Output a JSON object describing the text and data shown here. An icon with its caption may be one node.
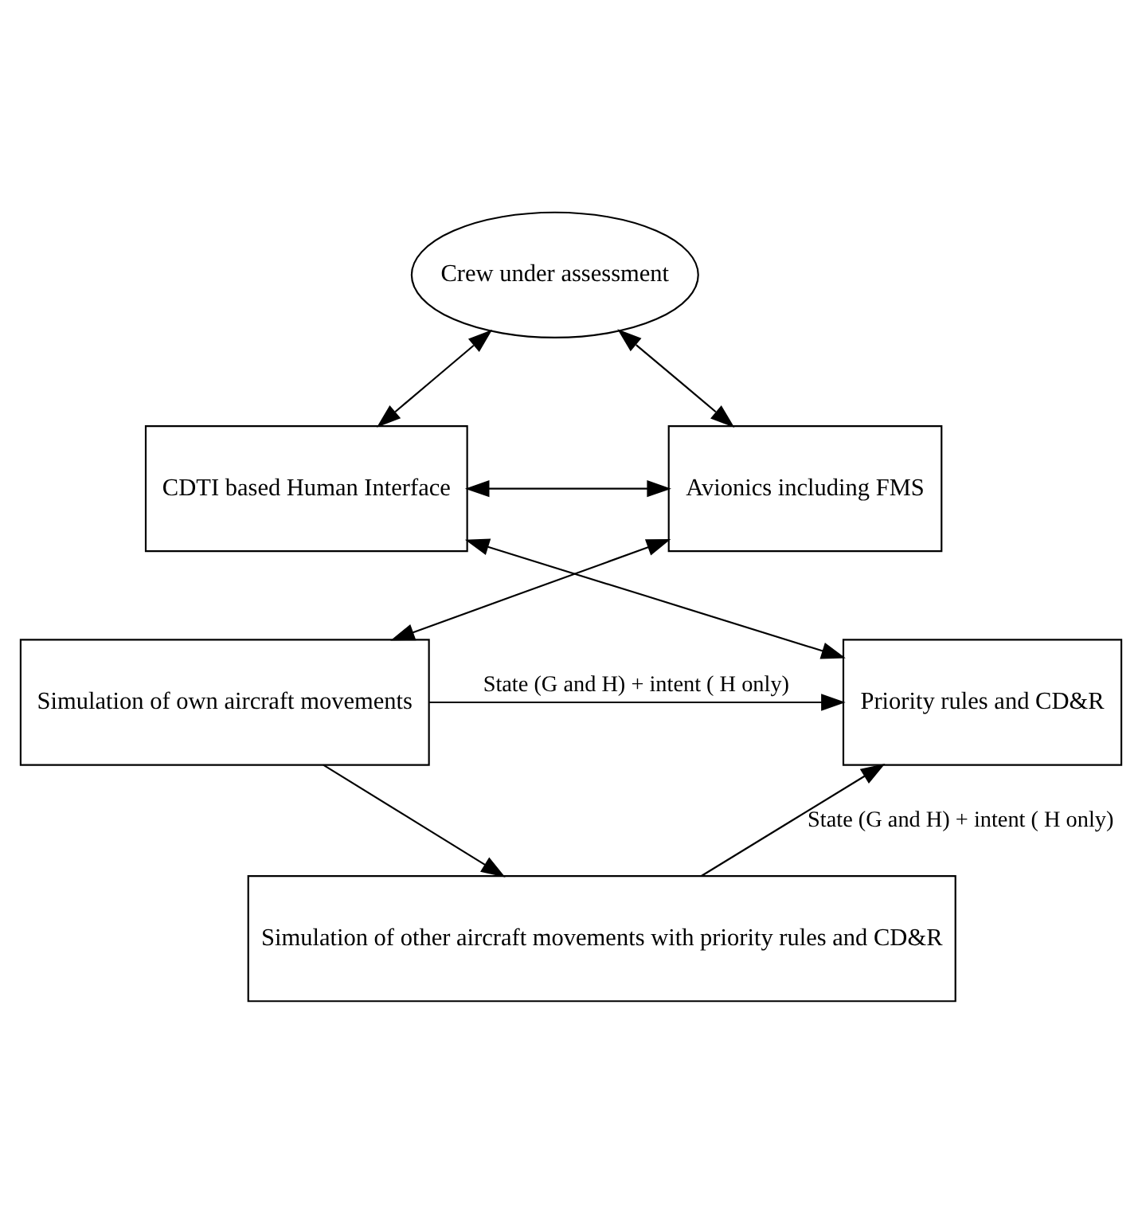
{
  "diagram": {
    "nodes": [
      {
        "text": [
          "Crew under assessment"
        ]
      },
      {
        "text": [
          "CDTI based Human Interface"
        ]
      },
      {
        "text": [
          "Avionics including FMS"
        ]
      },
      {
        "text": [
          "Simulation of own aircraft movements"
        ]
      },
      {
        "text": [
          "Priority rules and CD&R"
        ]
      },
      {
        "text": [
          "Simulation of other aircraft movements with priority rules and CD&R"
        ]
      }
    ],
    "edges": [
      {
        "from": 0,
        "to": 1,
        "arrow": "both"
      },
      {
        "from": 0,
        "to": 2,
        "arrow": "both"
      },
      {
        "from": 1,
        "to": 2,
        "arrow": "both"
      },
      {
        "from": 2,
        "to": 3,
        "arrow": "both"
      },
      {
        "from": 1,
        "to": 4,
        "arrow": "both"
      },
      {
        "from": 3,
        "to": 4,
        "arrow": "to",
        "label": "State (G and H) + intent ( H only)"
      },
      {
        "from": 3,
        "to": 5,
        "arrow": "to"
      },
      {
        "from": 5,
        "to": 4,
        "arrow": "to",
        "label": "State (G and H) + intent ( H only)"
      }
    ]
  }
}
